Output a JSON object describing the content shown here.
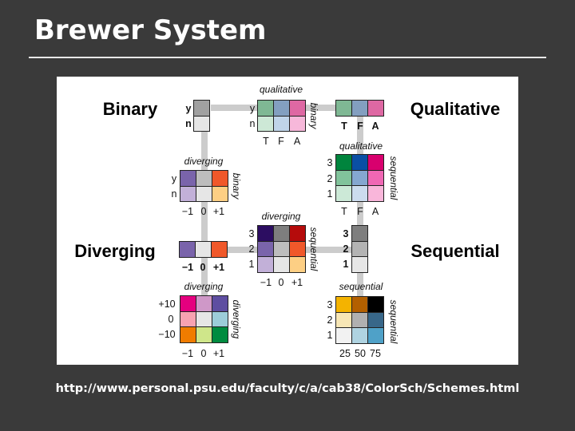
{
  "title": "Brewer System",
  "url": "http://www.personal.psu.edu/faculty/c/a/cab38/ColorSch/Schemes.html",
  "categories": {
    "binary": "Binary",
    "qualitative": "Qualitative",
    "diverging": "Diverging",
    "sequential": "Sequential"
  },
  "grids": {
    "binary": {
      "label_top": "",
      "rows": [
        "y",
        "n"
      ],
      "cols": [],
      "colors": [
        [
          "#a0a0a0"
        ],
        [
          "#e6e6e6"
        ]
      ]
    },
    "qual_bin": {
      "label_top": "qualitative",
      "label_side": "binary",
      "rows": [
        "y",
        "n"
      ],
      "cols": [
        "T",
        "F",
        "A"
      ],
      "colors": [
        [
          "#7fb894",
          "#839fc0",
          "#de68a3"
        ],
        [
          "#cde8d6",
          "#c0d4e9",
          "#f7b8da"
        ]
      ]
    },
    "qualitative": {
      "cols": [
        "T",
        "F",
        "A"
      ],
      "colors": [
        [
          "#7fb894",
          "#839fc0",
          "#de68a3"
        ]
      ]
    },
    "qual_seq": {
      "label_top": "qualitative",
      "label_side": "sequential",
      "rows": [
        "3",
        "2",
        "1"
      ],
      "cols": [
        "T",
        "F",
        "A"
      ],
      "colors": [
        [
          "#00843d",
          "#0a4fa4",
          "#d8006e"
        ],
        [
          "#81c39b",
          "#85a7d0",
          "#f067b4"
        ],
        [
          "#cce9d7",
          "#ccdcee",
          "#f9b6da"
        ]
      ]
    },
    "div_bin": {
      "label_top": "diverging",
      "label_side": "binary",
      "rows": [
        "y",
        "n"
      ],
      "cols": [
        "−1",
        "0",
        "+1"
      ],
      "colors": [
        [
          "#7a64ab",
          "#bdbdbd",
          "#f0582a"
        ],
        [
          "#c2b0d8",
          "#e6e6e6",
          "#fdcf84"
        ]
      ]
    },
    "diverging": {
      "cols": [
        "−1",
        "0",
        "+1"
      ],
      "colors": [
        [
          "#7a64ab",
          "#e6e6e6",
          "#f0582a"
        ]
      ]
    },
    "div_seq": {
      "label_top": "diverging",
      "label_side": "sequential",
      "rows": [
        "3",
        "2",
        "1"
      ],
      "cols": [
        "−1",
        "0",
        "+1"
      ],
      "colors": [
        [
          "#2c0d61",
          "#7e7e7e",
          "#b50b0b"
        ],
        [
          "#7a64ab",
          "#bdbdbd",
          "#f0582a"
        ],
        [
          "#c2b0d8",
          "#e6e6e6",
          "#fdcf84"
        ]
      ]
    },
    "sequential": {
      "rows": [
        "3",
        "2",
        "1"
      ],
      "colors": [
        [
          "#7e7e7e"
        ],
        [
          "#b3b3b3"
        ],
        [
          "#e6e6e6"
        ]
      ]
    },
    "div_div": {
      "label_top": "diverging",
      "label_side": "diverging",
      "rows": [
        "+10",
        "0",
        "−10"
      ],
      "cols": [
        "−1",
        "0",
        "+1"
      ],
      "colors": [
        [
          "#e5007f",
          "#cf98c8",
          "#5e4ea1"
        ],
        [
          "#f7a2b1",
          "#e6e6e6",
          "#9ccdd9"
        ],
        [
          "#f07c00",
          "#cfe68a",
          "#008b3f"
        ]
      ]
    },
    "seq_seq": {
      "label_top": "sequential",
      "label_side": "sequential",
      "rows": [
        "3",
        "2",
        "1"
      ],
      "cols": [
        "25",
        "50",
        "75"
      ],
      "colors": [
        [
          "#f4b300",
          "#b36000",
          "#000000"
        ],
        [
          "#f7e6b5",
          "#b0b0b0",
          "#386789"
        ],
        [
          "#f2f2f2",
          "#afd3e1",
          "#4fa1c8"
        ]
      ]
    }
  }
}
